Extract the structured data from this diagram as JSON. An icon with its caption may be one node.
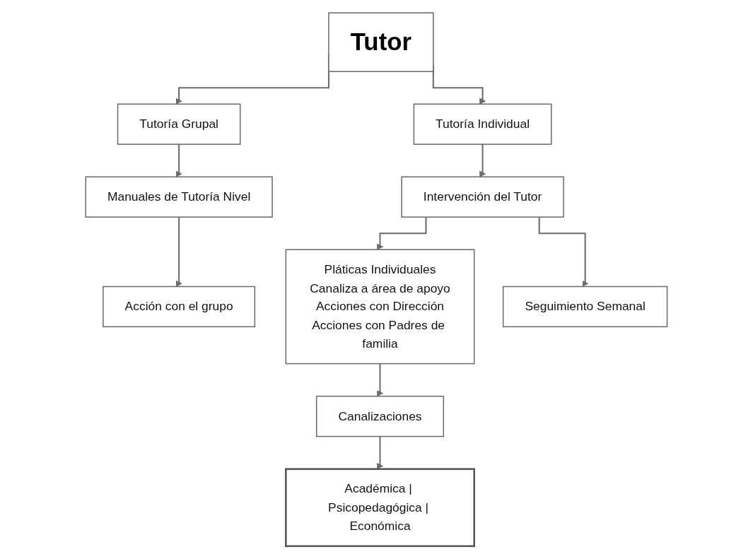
{
  "diagram": {
    "nodes": [
      {
        "text": [
          "Tutor"
        ]
      },
      {
        "text": [
          "Manuales de Tutoría Nivel"
        ]
      },
      {
        "text": [
          "Tutoría Grupal"
        ]
      },
      {
        "text": [
          "Tutoría Individual"
        ]
      },
      {
        "text": [
          "Acción con el grupo"
        ]
      },
      {
        "text": [
          "Intervención del Tutor"
        ]
      },
      {
        "text": [
          "Pláticas Individuales",
          "Canaliza a área de apoyo",
          "Acciones con Dirección",
          "Acciones con Padres de familia"
        ]
      },
      {
        "text": [
          "Seguimiento Semanal"
        ]
      },
      {
        "text": [
          "Canalizaciones"
        ]
      },
      {
        "text": [
          "Académica | Psicopedagógica | Económica"
        ]
      }
    ],
    "edges": [
      {
        "from": 0,
        "to": 2,
        "arrow": "to"
      },
      {
        "from": 0,
        "to": 3,
        "arrow": "to"
      },
      {
        "from": 2,
        "to": 1,
        "arrow": "to"
      },
      {
        "from": 1,
        "to": 4,
        "arrow": "to"
      },
      {
        "from": 3,
        "to": 5,
        "arrow": "to"
      },
      {
        "from": 5,
        "to": 6,
        "arrow": "to"
      },
      {
        "from": 5,
        "to": 7,
        "arrow": "to"
      },
      {
        "from": 6,
        "to": 8,
        "arrow": "to"
      },
      {
        "from": 8,
        "to": 9,
        "arrow": "to"
      }
    ]
  }
}
